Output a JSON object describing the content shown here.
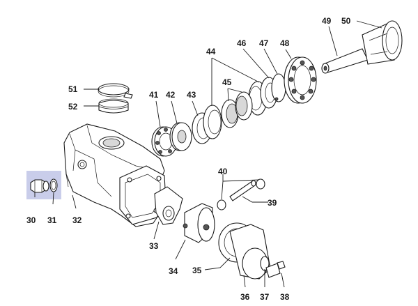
{
  "highlight_color": "#c9cdea",
  "line_color": "#1a1a1a",
  "labels": {
    "p30": "30",
    "p31": "31",
    "p32": "32",
    "p33": "33",
    "p34": "34",
    "p35": "35",
    "p36": "36",
    "p37": "37",
    "p38": "38",
    "p39": "39",
    "p40": "40",
    "p41": "41",
    "p42": "42",
    "p43": "43",
    "p44": "44",
    "p45": "45",
    "p46": "46",
    "p47": "47",
    "p48": "48",
    "p49": "49",
    "p50": "50",
    "p51": "51",
    "p52": "52"
  }
}
